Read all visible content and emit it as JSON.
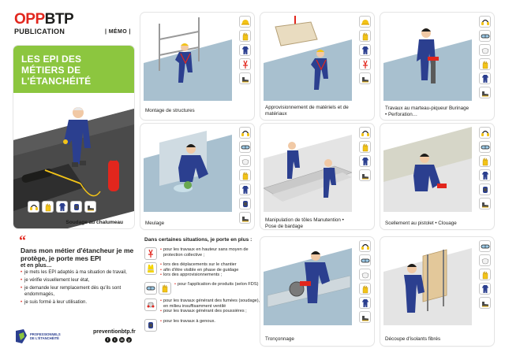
{
  "header": {
    "logo_opp": "OPP",
    "logo_btp": "BTP",
    "publication": "PUBLICATION",
    "memo": "| MÉMO |"
  },
  "hero": {
    "title": "LES EPI DES MÉTIERS DE L'ÉTANCHÉITÉ",
    "caption": "Soudage au chalumeau",
    "ppe_icons": [
      "ear-protection-icon",
      "gloves-icon",
      "coverall-icon",
      "knee-pads-icon",
      "safety-shoes-icon"
    ]
  },
  "quote": {
    "mark": "“",
    "title": "Dans mon métier d'étancheur je me protège, je porte mes EPI",
    "subtitle": "et en plus…",
    "items": [
      "je mets les EPI adaptés à ma situation de travail,",
      "je vérifie visuellement leur état,",
      "je demande leur remplacement dès qu'ils sont endommagés,",
      "je suis formé à leur utilisation."
    ]
  },
  "footer": {
    "org_line1": "PROFESSIONNELS",
    "org_line2": "DE L'ÉTANCHÉITÉ",
    "url": "preventionbtp.fr",
    "social": [
      "f",
      "t",
      "in",
      "y"
    ]
  },
  "cards": [
    {
      "label": "Montage de structures",
      "ppe": [
        "helmet-icon",
        "gloves-icon",
        "coverall-icon",
        "harness-icon",
        "safety-shoes-icon"
      ]
    },
    {
      "label": "Approvisionnement de matériels et de matériaux",
      "ppe": [
        "helmet-icon",
        "gloves-icon",
        "coverall-icon",
        "harness-icon",
        "safety-shoes-icon"
      ]
    },
    {
      "label": "Travaux au marteau-piqueur Burinage • Perforation…",
      "ppe": [
        "ear-protection-icon",
        "goggles-icon",
        "dust-mask-icon",
        "gloves-icon",
        "coverall-icon",
        "safety-shoes-icon"
      ]
    },
    {
      "label": "Meulage",
      "ppe": [
        "ear-protection-icon",
        "goggles-icon",
        "dust-mask-icon",
        "gloves-icon",
        "coverall-icon",
        "knee-pads-icon",
        "safety-shoes-icon"
      ]
    },
    {
      "label": "Manipulation de tôles Manutention • Pose de bardage",
      "ppe": [
        "ear-protection-icon",
        "gloves-icon",
        "coverall-icon",
        "safety-shoes-icon"
      ]
    },
    {
      "label": "Scellement au pistolet • Clouage",
      "ppe": [
        "ear-protection-icon",
        "goggles-icon",
        "gloves-icon",
        "coverall-icon",
        "knee-pads-icon",
        "safety-shoes-icon"
      ]
    },
    {
      "label": "Tronçonnage",
      "ppe": [
        "ear-protection-icon",
        "goggles-icon",
        "dust-mask-icon",
        "gloves-icon",
        "coverall-icon",
        "safety-shoes-icon"
      ]
    },
    {
      "label": "Découpe d'isolants fibrés",
      "ppe": [
        "goggles-icon",
        "dust-mask-icon",
        "gloves-icon",
        "coverall-icon",
        "safety-shoes-icon"
      ]
    }
  ],
  "situations": {
    "title": "Dans certaines situations, je porte en plus :",
    "rows": [
      {
        "icon": "harness-icon",
        "lines": [
          "pour les travaux en hauteur sans moyen de protection collective ;"
        ]
      },
      {
        "icon": "hi-vis-vest-icon",
        "lines": [
          "lors des déplacements sur le chantier",
          "afin d'être visible en phase de guidage",
          "lors des approvisionnements ;"
        ]
      },
      {
        "icon": "goggles-icon",
        "icon2": "gloves-icon",
        "lines": [
          "pour l'application de produits (selon FDS) ;"
        ]
      },
      {
        "icon": "respirator-mask-icon",
        "lines": [
          "pour les travaux générant des fumées (soudage), en milieu insuffisamment ventilé",
          "pour les travaux générant des poussières ;"
        ]
      },
      {
        "icon": "knee-pads-icon",
        "lines": [
          "pour les travaux à genoux."
        ]
      }
    ]
  },
  "colors": {
    "brand_red": "#e2261d",
    "accent_green": "#8cc63f",
    "worker_blue": "#2b3f8f",
    "glove_yellow": "#f2c318"
  }
}
